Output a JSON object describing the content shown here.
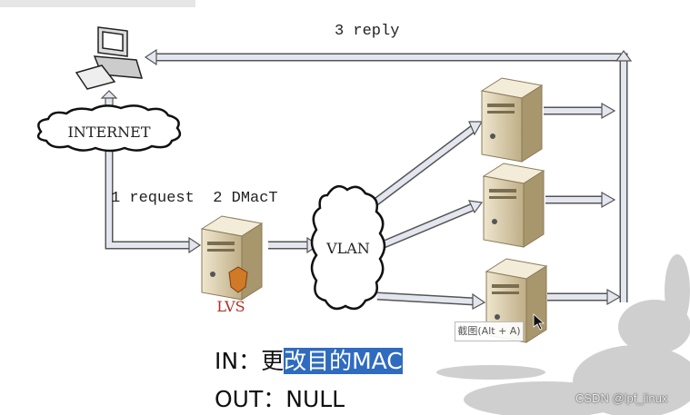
{
  "diagram": {
    "labels": {
      "reply": "3 reply",
      "request": "1 request  2 DMacT",
      "internet": "INTERNET",
      "vlan": "VLAN",
      "lvs": "LVS"
    },
    "caption": {
      "in_prefix": "IN：更",
      "in_selected": "改目的MAC",
      "out": "OUT：NULL"
    },
    "colors": {
      "lvs_label": "#b03020",
      "selection": "#2f6bbf"
    }
  },
  "tooltip": {
    "text": "截图(Alt + A)"
  },
  "watermark": {
    "text": "CSDN @lpf_linux"
  }
}
